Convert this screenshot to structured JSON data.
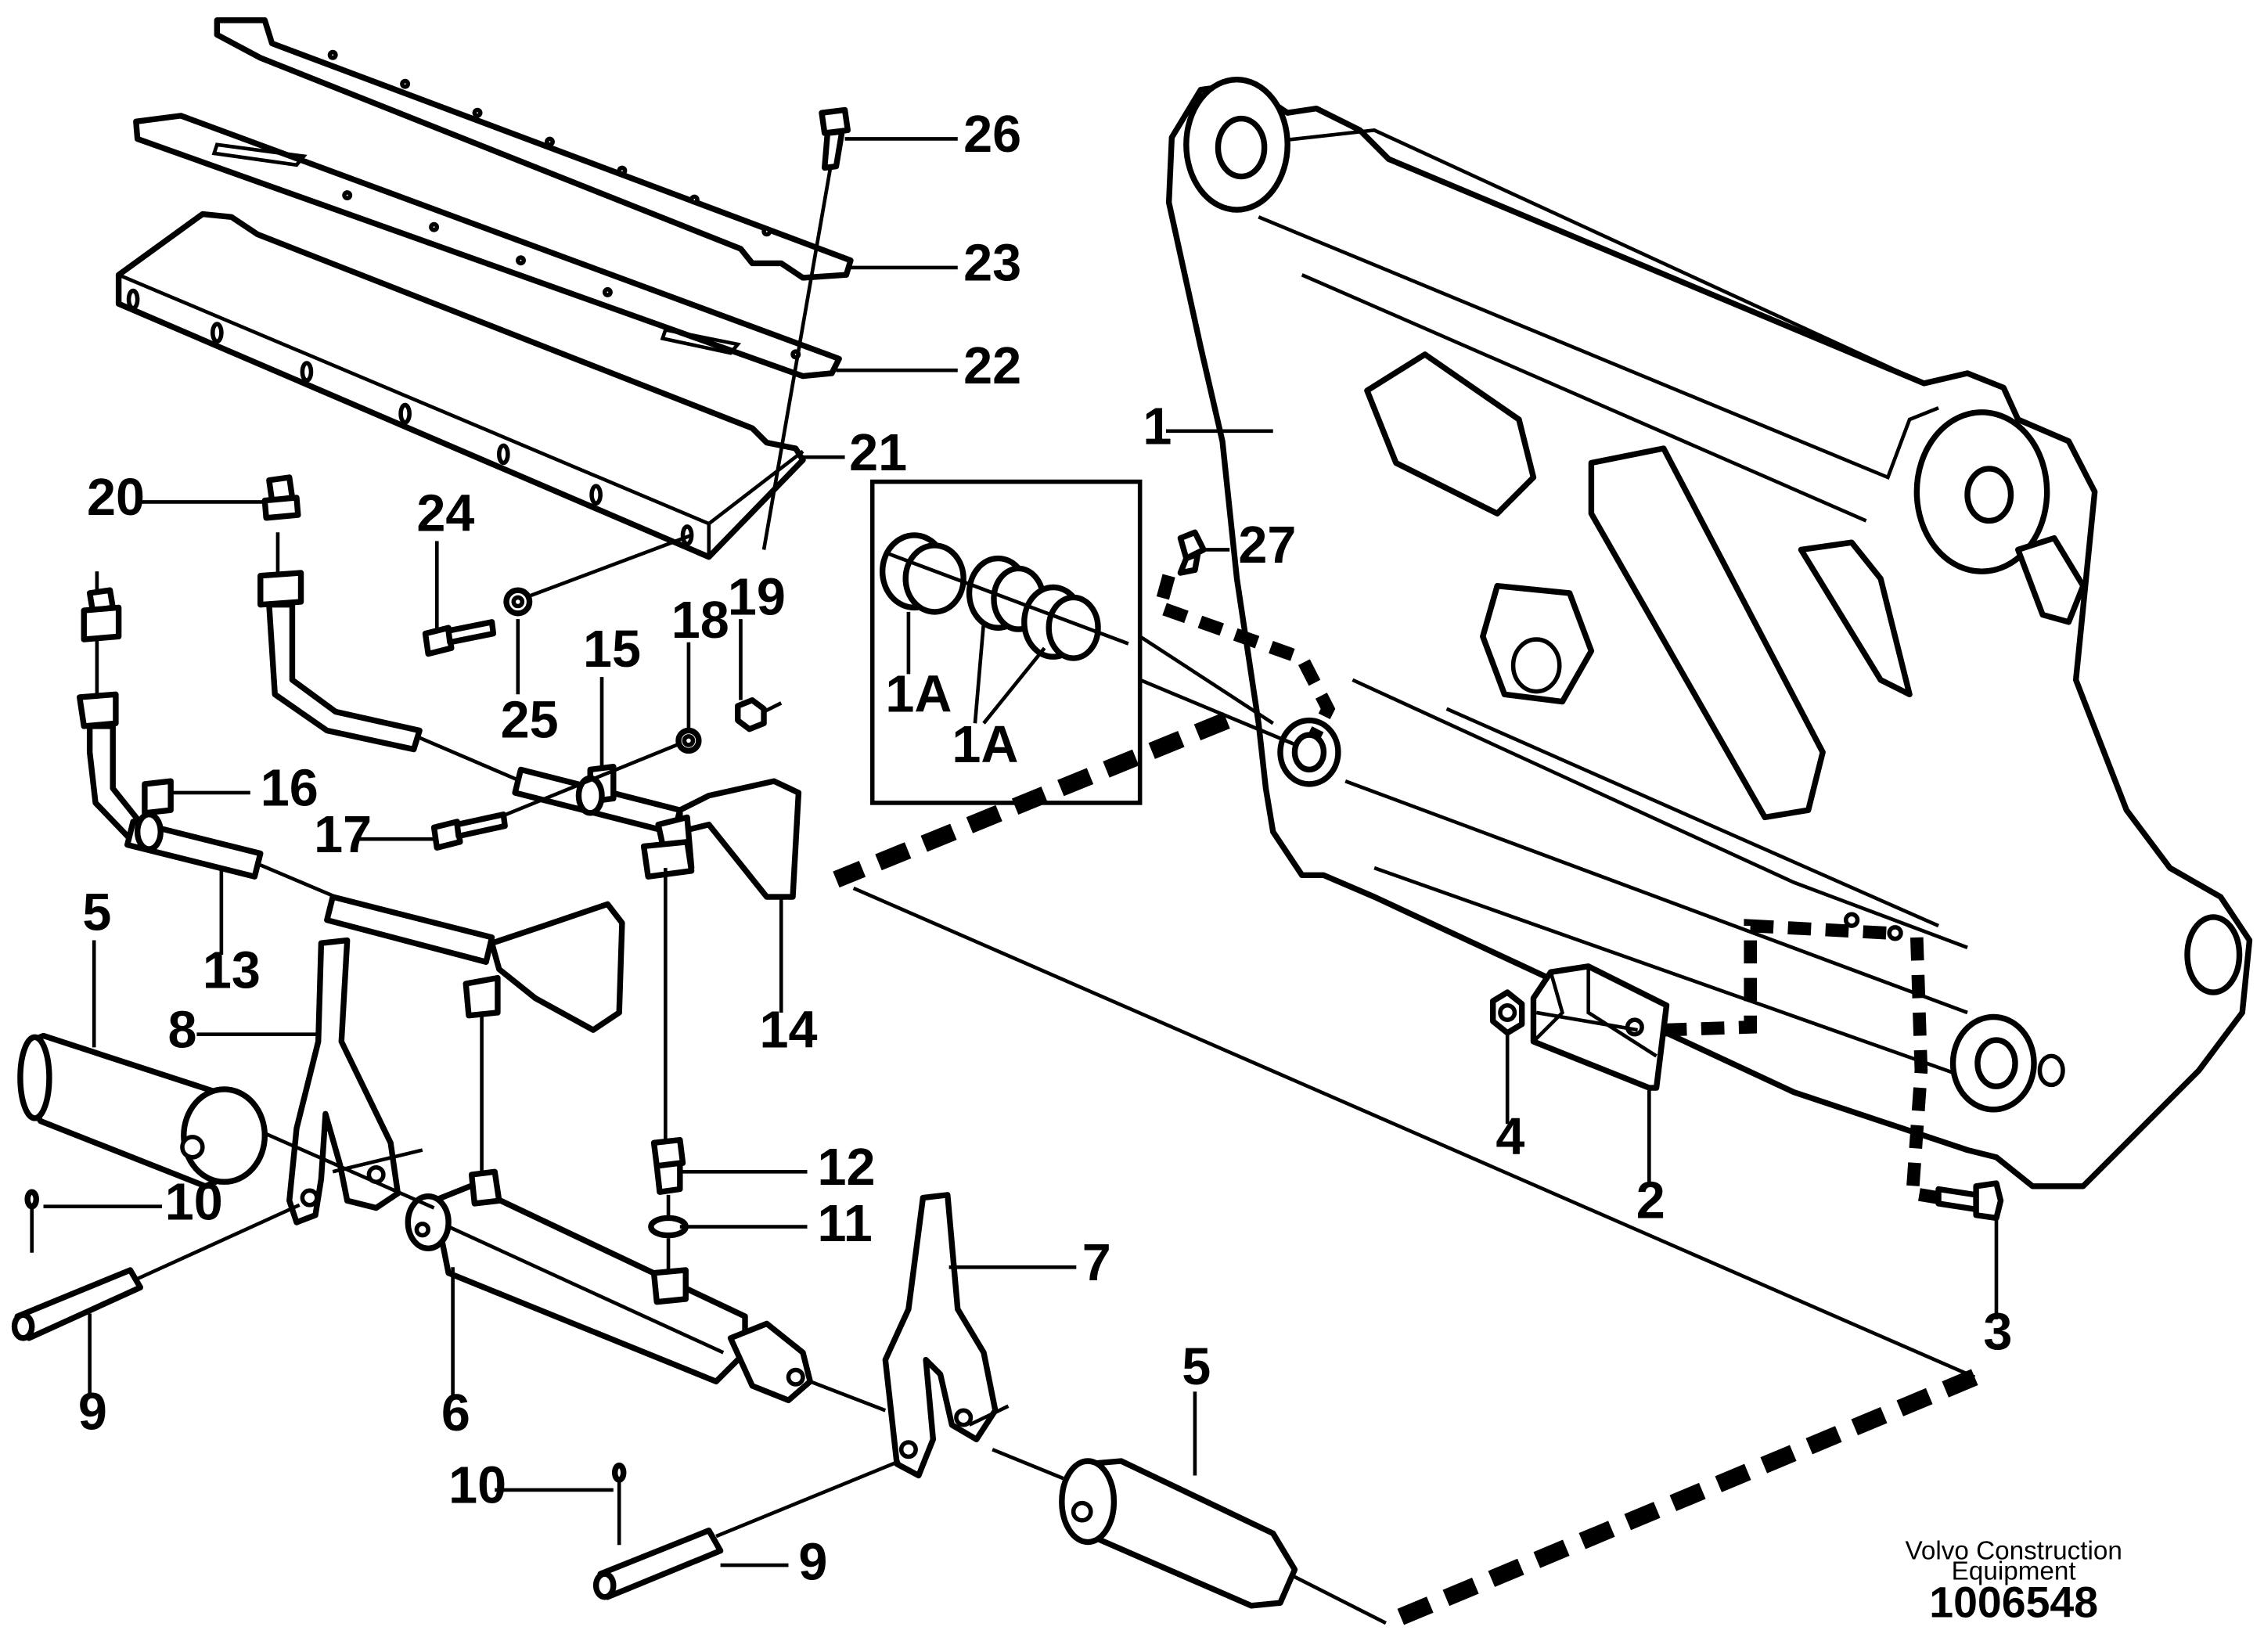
{
  "diagram": {
    "callouts": {
      "c1": "1",
      "c1a_a": "1A",
      "c1a_b": "1A",
      "c2": "2",
      "c3": "3",
      "c4": "4",
      "c5_a": "5",
      "c5_b": "5",
      "c6": "6",
      "c7": "7",
      "c8": "8",
      "c9_a": "9",
      "c9_b": "9",
      "c10_a": "10",
      "c10_b": "10",
      "c11": "11",
      "c12": "12",
      "c13": "13",
      "c14": "14",
      "c15": "15",
      "c16": "16",
      "c17": "17",
      "c18": "18",
      "c19": "19",
      "c20": "20",
      "c21": "21",
      "c22": "22",
      "c23": "23",
      "c24": "24",
      "c25": "25",
      "c26": "26",
      "c27": "27"
    },
    "footer": {
      "brand_line1": "Volvo Construction",
      "brand_line2": "Equipment",
      "doc_number": "1006548"
    }
  }
}
